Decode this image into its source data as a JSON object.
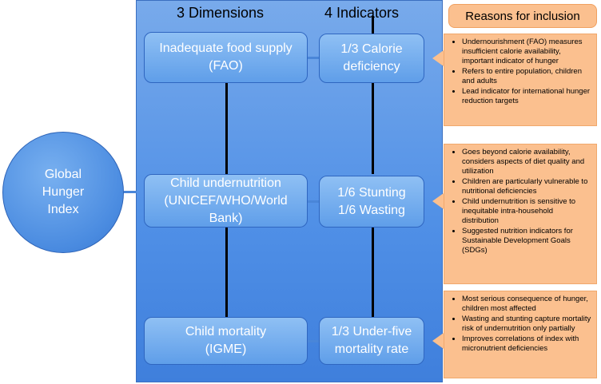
{
  "headers": {
    "dimensions": "3 Dimensions",
    "indicators": "4 Indicators",
    "reasons": "Reasons for inclusion"
  },
  "index": {
    "label": "Global\nHunger\nIndex"
  },
  "dimensions": [
    {
      "label": "Inadequate food supply\n(FAO)"
    },
    {
      "label": "Child undernutrition\n(UNICEF/WHO/World\nBank)"
    },
    {
      "label": "Child mortality\n(IGME)"
    }
  ],
  "indicators": [
    {
      "label": "1/3 Calorie\ndeficiency"
    },
    {
      "label": "1/6 Stunting\n1/6 Wasting"
    },
    {
      "label": "1/3 Under-five\nmortality rate"
    }
  ],
  "reasons": [
    {
      "items": [
        "Undernourishment (FAO) measures insufficient calorie availability, important indicator of hunger",
        "Refers to entire population, children and adults",
        "Lead indicator for international hunger reduction targets"
      ]
    },
    {
      "items": [
        "Goes beyond calorie availability, considers aspects of diet quality and utilization",
        "Children are particularly vulnerable to nutritional deficiencies",
        "Child undernutrition is sensitive to inequitable intra-household distribution",
        "Suggested nutrition indicators for Sustainable Development Goals (SDGs)"
      ]
    },
    {
      "items": [
        "Most serious consequence of hunger, children most affected",
        "Wasting and stunting capture mortality risk of undernutrition only partially",
        "Improves correlations of index with micronutrient deficiencies"
      ]
    }
  ],
  "colors": {
    "panel": "#4f8fe6",
    "box": "#6aa6ec",
    "reason": "#fbc08f"
  }
}
